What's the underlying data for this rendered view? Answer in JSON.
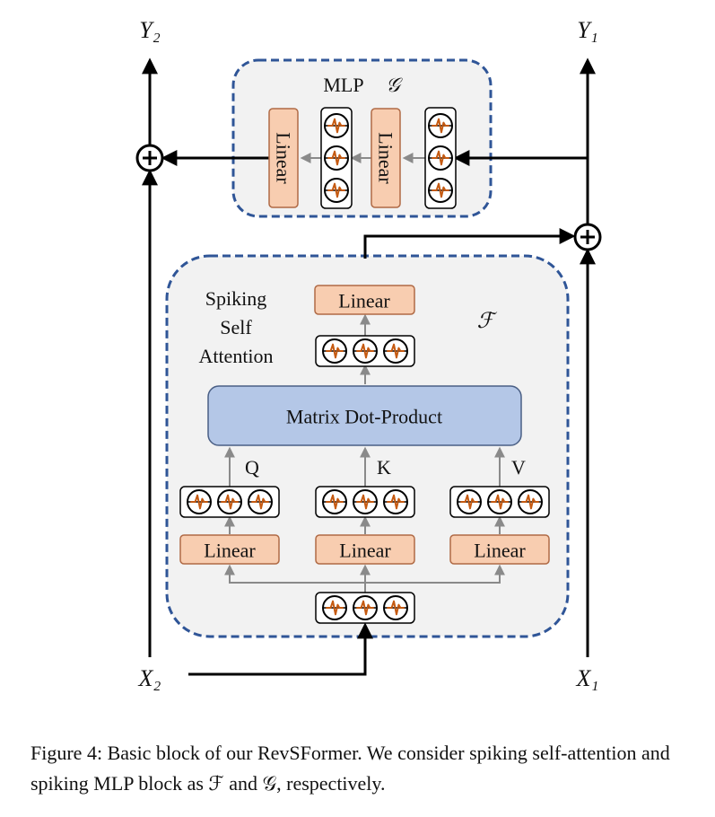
{
  "variables": {
    "y2": "Y₂",
    "y1": "Y₁",
    "x2": "X₂",
    "x1": "X₁"
  },
  "mlp_block": {
    "title": "MLP",
    "symbol": "𝒢",
    "linear_labels": [
      "Linear",
      "Linear"
    ]
  },
  "attention_block": {
    "title_lines": [
      "Spiking",
      "Self",
      "Attention"
    ],
    "symbol": "ℱ",
    "top_linear": "Linear",
    "matrix_label": "Matrix Dot-Product",
    "branch_labels": [
      "Q",
      "K",
      "V"
    ],
    "branch_linears": [
      "Linear",
      "Linear",
      "Linear"
    ]
  },
  "icons": {
    "neuron": "spiking-neuron-icon",
    "add": "plus-circle-icon"
  },
  "colors": {
    "linear_fill": "#f8cdb0",
    "linear_stroke": "#b06a45",
    "matrix_fill": "#b4c7e7",
    "matrix_stroke": "#4a5f85",
    "block_fill": "#f2f2f2",
    "block_border": "#2f5597",
    "spike": "#c55a11"
  },
  "caption": {
    "label": "Figure 4:",
    "text": "Basic block of our RevSFormer. We consider spiking self-attention and spiking MLP block as ℱ and 𝒢, respectively."
  }
}
